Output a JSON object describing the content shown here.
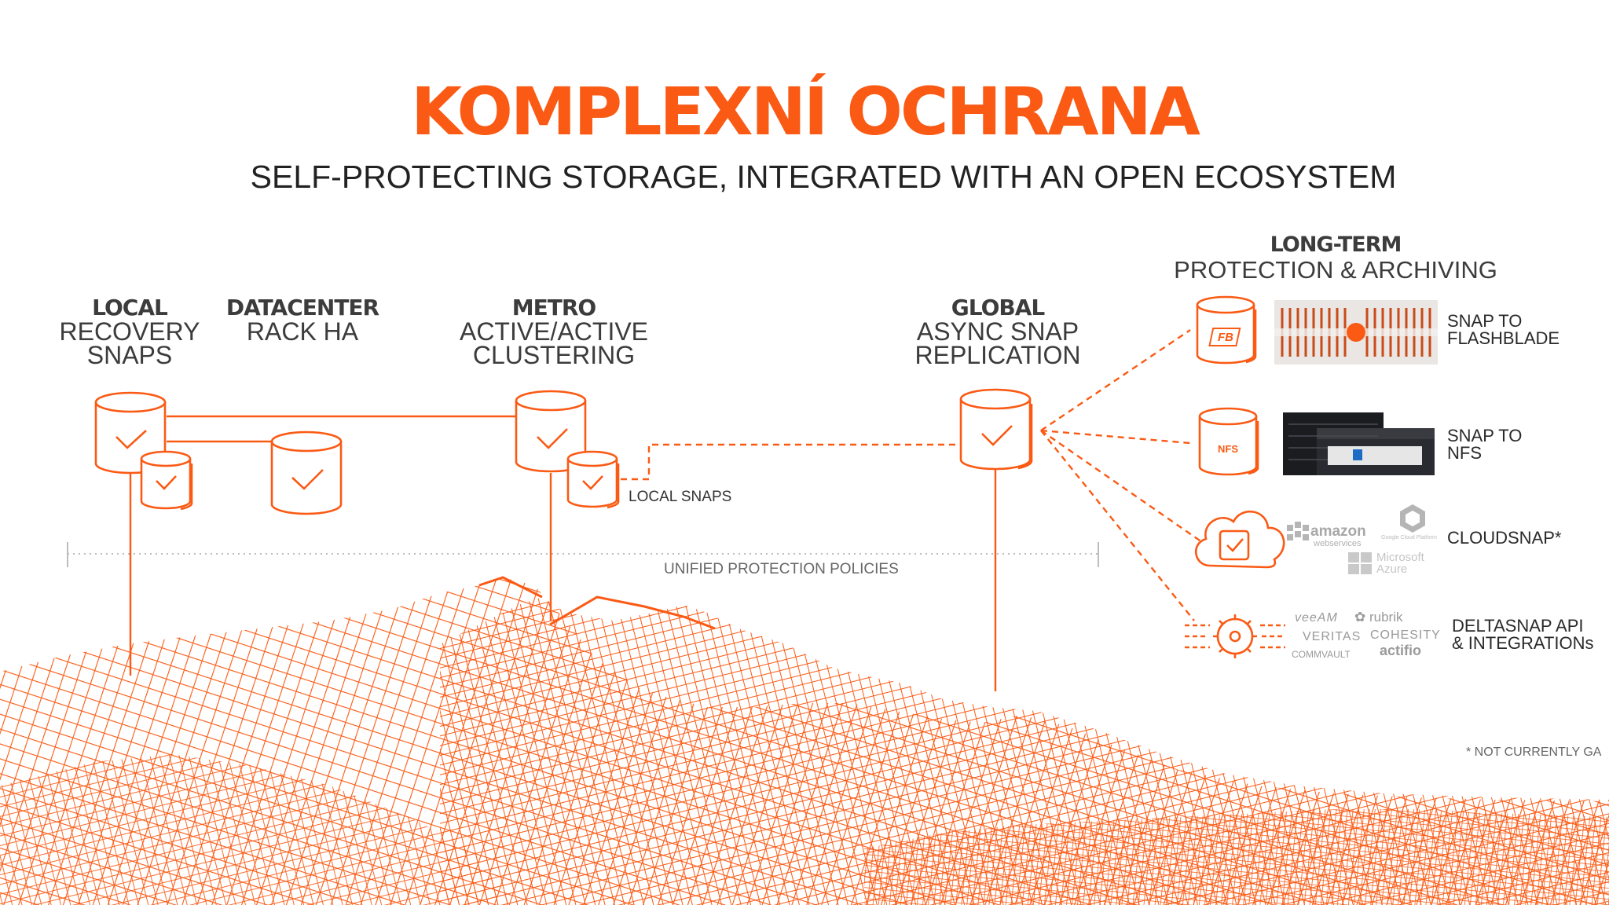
{
  "title": "KOMPLEXNÍ OCHRANA",
  "subtitle": "SELF-PROTECTING STORAGE, INTEGRATED WITH AN OPEN ECOSYSTEM",
  "accent_color": "#fa5a14",
  "columns": [
    {
      "head": "LOCAL",
      "line1": "RECOVERY",
      "line2": "SNAPS"
    },
    {
      "head": "DATACENTER",
      "line1": "RACK HA",
      "line2": ""
    },
    {
      "head": "METRO",
      "line1": "ACTIVE/ACTIVE",
      "line2": "CLUSTERING"
    },
    {
      "head": "GLOBAL",
      "line1": "ASYNC SNAP",
      "line2": "REPLICATION"
    }
  ],
  "long_term": {
    "head": "LONG-TERM",
    "sub": "PROTECTION & ARCHIVING"
  },
  "local_snaps_label": "LOCAL SNAPS",
  "unified_label": "UNIFIED PROTECTION POLICIES",
  "targets": [
    {
      "line1": "SNAP TO",
      "line2": "FLASHBLADE",
      "icon_text": "FB"
    },
    {
      "line1": "SNAP TO",
      "line2": "NFS",
      "icon_text": "NFS"
    },
    {
      "line1": "CLOUDSNAP*",
      "line2": ""
    },
    {
      "line1": "DELTASNAP API",
      "line2": "& INTEGRATIONs"
    }
  ],
  "cloud_logos": {
    "amazon": "amazon",
    "aws_sub": "webservices",
    "google": "Google Cloud Platform",
    "ms1": "Microsoft",
    "ms2": "Azure"
  },
  "partner_logos": {
    "veeam": "veeAM",
    "rubrik": "rubrik",
    "veritas": "VERITAS",
    "cohesity": "COHESITY",
    "commvault": "COMMVAULT",
    "actifio": "actifio"
  },
  "footnote": "* NOT CURRENTLY GA",
  "icons": [
    "database-icon",
    "check-icon",
    "cloud-icon",
    "gear-icon",
    "server-icon",
    "hex-icon"
  ]
}
